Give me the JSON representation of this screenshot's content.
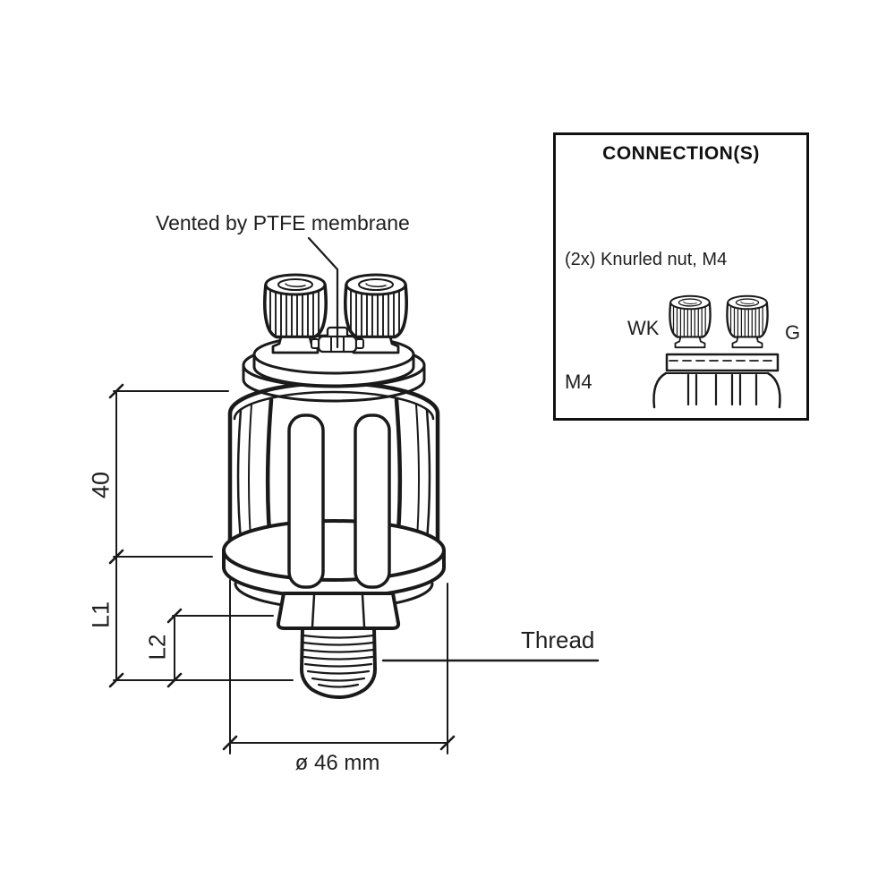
{
  "annotations": {
    "vent": "Vented by PTFE membrane",
    "thread": "Thread"
  },
  "dimensions": {
    "body_height": "40",
    "l1": "L1",
    "l2": "L2",
    "flange_diameter": "ø 46 mm"
  },
  "connection_box": {
    "title": "CONNECTION(S)",
    "note": "(2x) Knurled nut, M4",
    "terminal_left": "WK",
    "terminal_right": "G",
    "thread_size_label": "M4"
  },
  "colors": {
    "line": "#1a1a1a",
    "text": "#1f1f1f",
    "background": "#ffffff"
  }
}
